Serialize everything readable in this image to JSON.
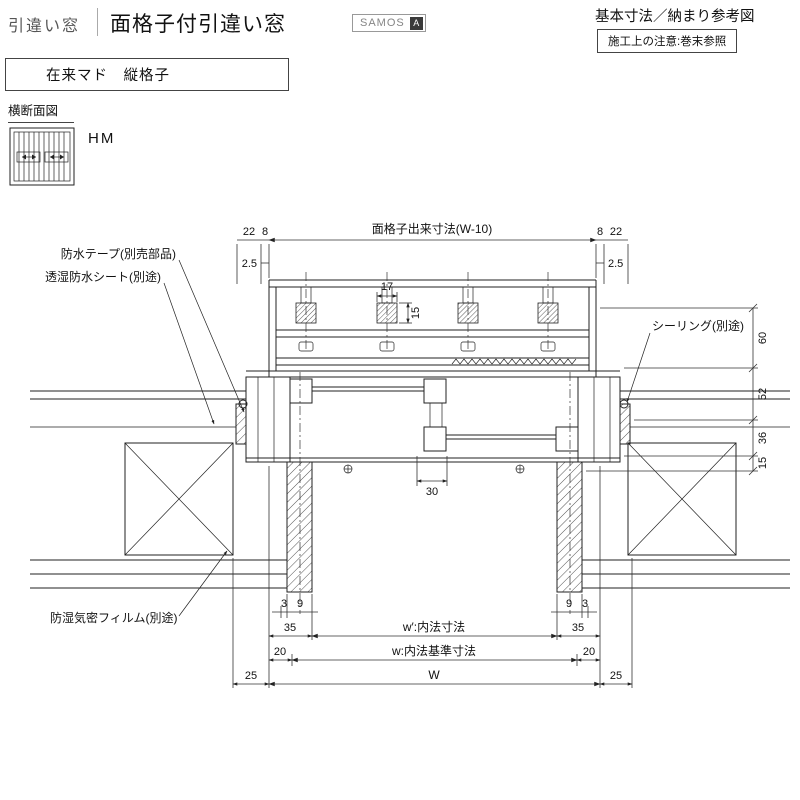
{
  "header": {
    "category": "引違い窓",
    "title": "面格子付引違い窓",
    "brand": "SAMOS",
    "brand_grade": "A",
    "ref_title": "基本寸法／納まり参考図",
    "note": "施工上の注意:巻末参照"
  },
  "subheader": {
    "window_spec": "在来マド　縦格子"
  },
  "section_view": {
    "label": "横断面図",
    "code": "HM"
  },
  "annotations": {
    "waterproof_tape": "防水テープ(別売部品)",
    "breathable_sheet": "透湿防水シート(別途)",
    "sealing": "シーリング(別途)",
    "moisture_film": "防湿気密フィルム(別途)",
    "grille_width": "面格子出来寸法(W-10)",
    "w_inner": "w′:内法寸法",
    "w_standard": "w:内法基準寸法",
    "W": "W"
  },
  "dims": {
    "d22": "22",
    "d8": "8",
    "d2_5": "2.5",
    "d17": "17",
    "d15": "15",
    "d60": "60",
    "d52": "52",
    "d36": "36",
    "d30": "30",
    "d3": "3",
    "d9": "9",
    "d35": "35",
    "d20": "20",
    "d25": "25"
  }
}
